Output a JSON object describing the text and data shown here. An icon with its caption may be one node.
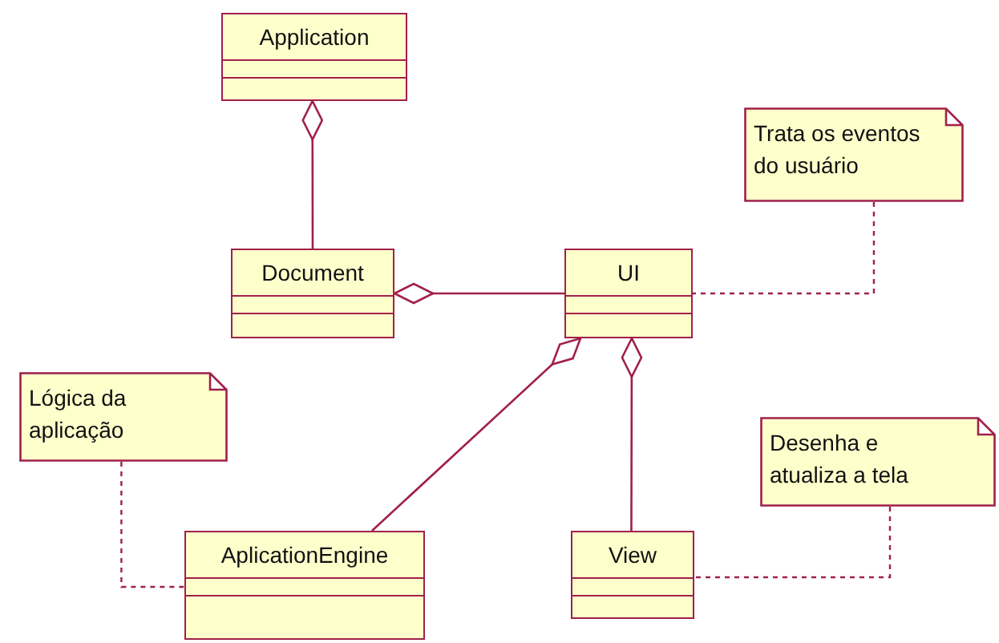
{
  "diagram": {
    "nodes": [
      {
        "text": [
          "Application"
        ]
      },
      {
        "text": [
          "Trata os eventos do usuário"
        ]
      },
      {
        "text": [
          "Document"
        ]
      },
      {
        "text": [
          "UI"
        ]
      },
      {
        "text": [
          "Lógica da aplicação"
        ]
      },
      {
        "text": [
          "Desenha e atualiza a tela"
        ]
      },
      {
        "text": [
          "AplicationEngine"
        ]
      },
      {
        "text": [
          "View"
        ]
      }
    ],
    "edges": [
      {
        "from": 2,
        "to": 0,
        "arrow": "other"
      },
      {
        "from": 3,
        "to": 2,
        "arrow": "other"
      },
      {
        "from": 6,
        "to": 3,
        "arrow": "other"
      },
      {
        "from": 7,
        "to": 3,
        "arrow": "other"
      },
      {
        "from": 1,
        "to": 3,
        "arrow": "none",
        "style": "dashed"
      },
      {
        "from": 4,
        "to": 6,
        "arrow": "none",
        "style": "dashed"
      },
      {
        "from": 5,
        "to": 7,
        "arrow": "none",
        "style": "dashed"
      }
    ]
  }
}
